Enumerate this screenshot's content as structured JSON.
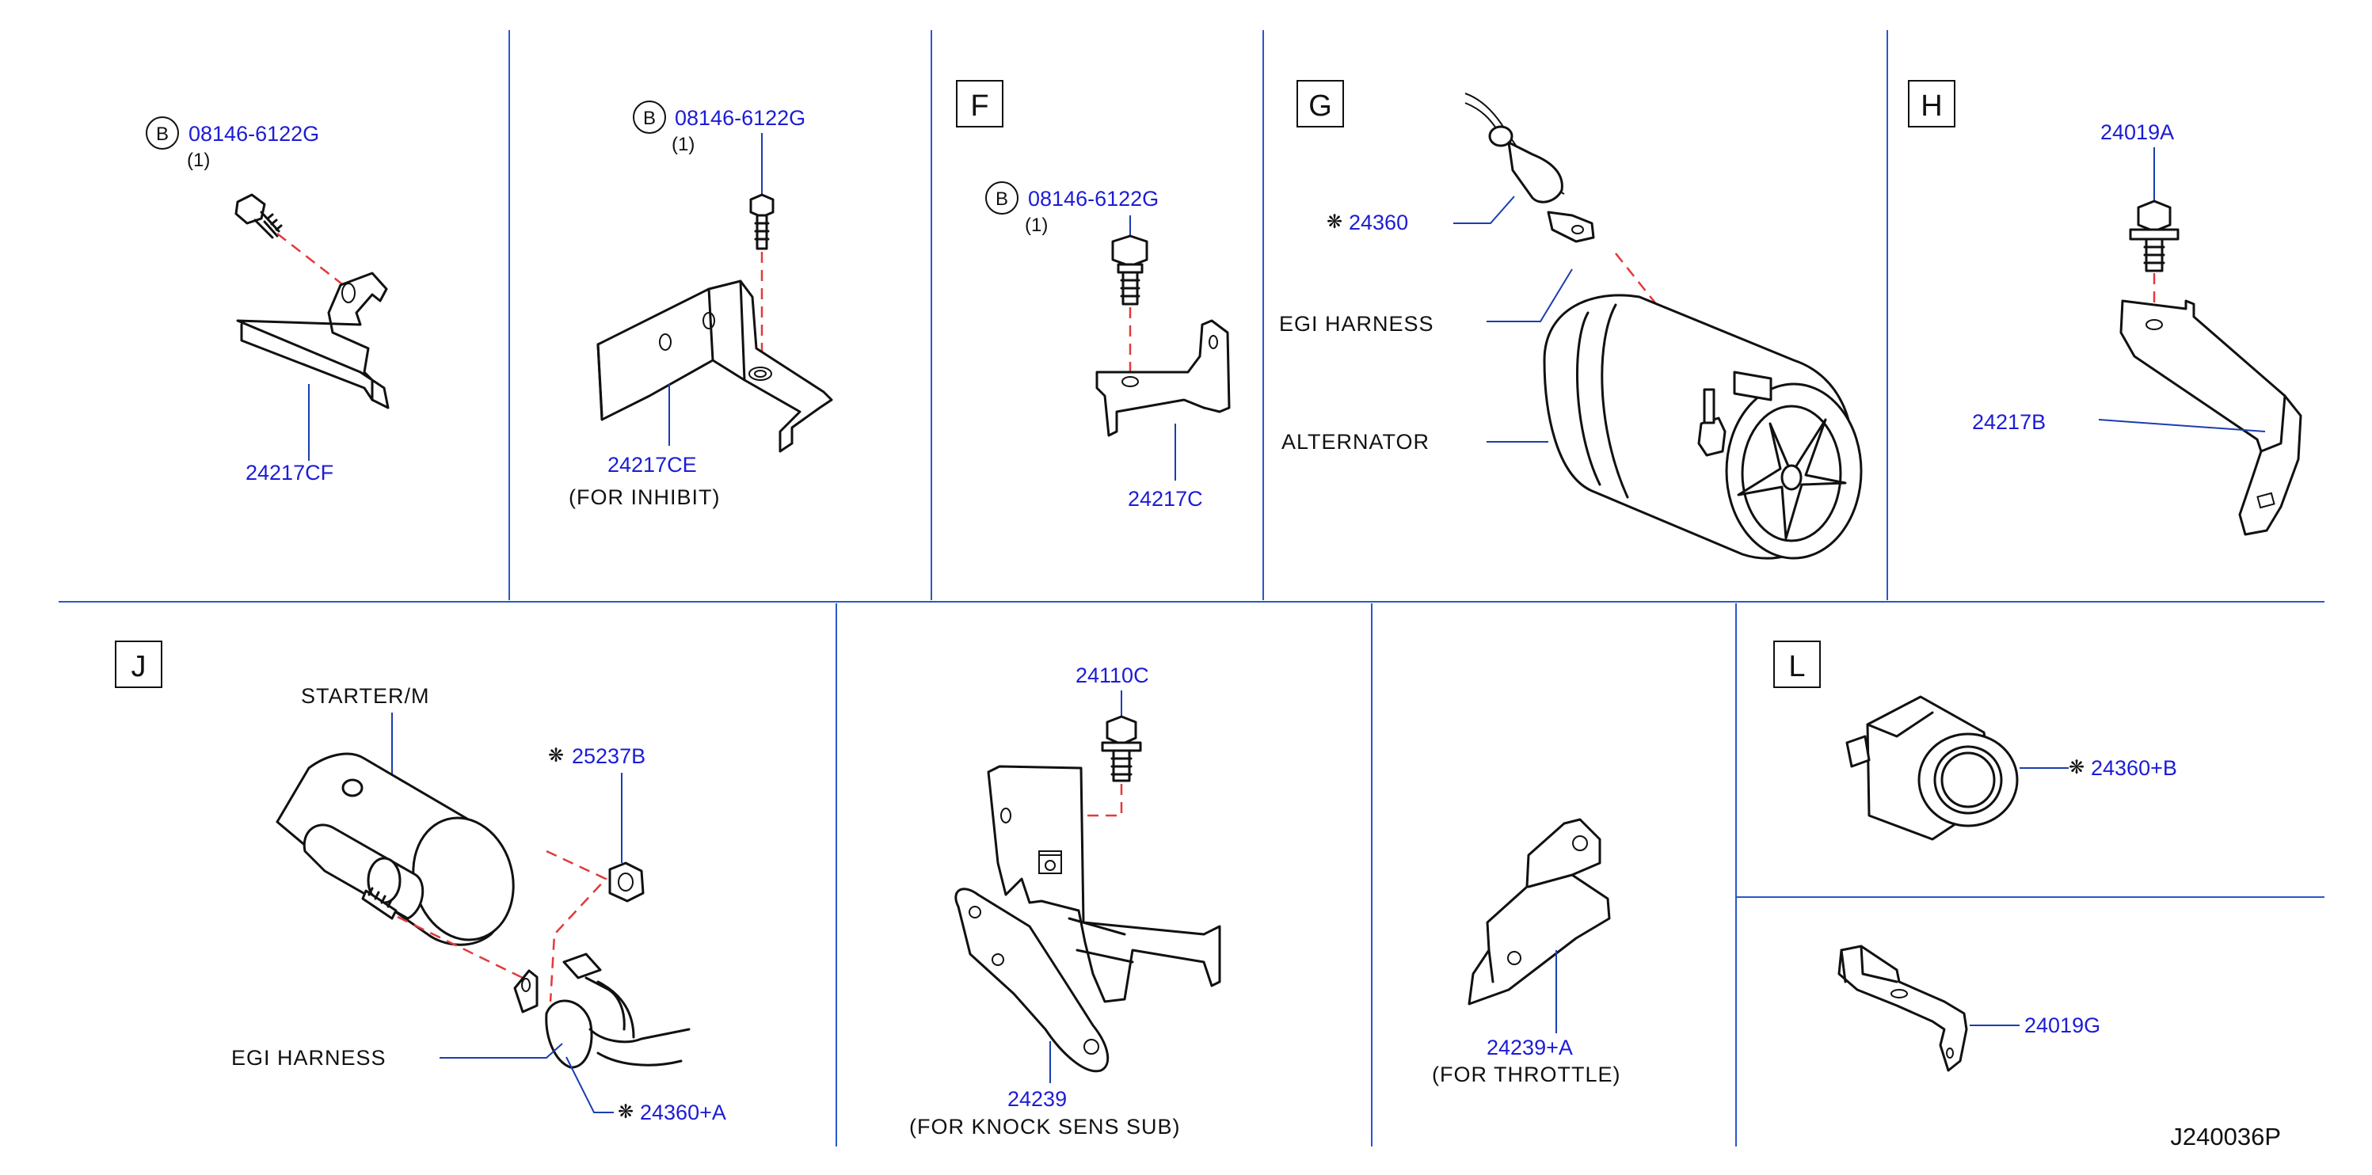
{
  "diagram_id": "J240036P",
  "sections": {
    "box_f": "F",
    "box_g": "G",
    "box_h": "H",
    "box_j": "J",
    "box_l": "L"
  },
  "panel1": {
    "bolt_symbol": "B",
    "bolt_part": "08146-6122G",
    "bolt_qty": "(1)",
    "bracket_part": "24217CF"
  },
  "panel2": {
    "bolt_symbol": "B",
    "bolt_part": "08146-6122G",
    "bolt_qty": "(1)",
    "bracket_part": "24217CE",
    "note": "(FOR   INHIBIT)"
  },
  "panel_f": {
    "bolt_symbol": "B",
    "bolt_part": "08146-6122G",
    "bolt_qty": "(1)",
    "bracket_part": "24217C"
  },
  "panel_g": {
    "star": "❋",
    "terminal_part": "24360",
    "harness_label": "EGI   HARNESS",
    "alternator_label": "ALTERNATOR"
  },
  "panel_h": {
    "bolt_part": "24019A",
    "bracket_part": "24217B"
  },
  "panel_j": {
    "starter_label": "STARTER/M",
    "star": "❋",
    "nut_part": "25237B",
    "harness_label": "EGI   HARNESS",
    "terminal_part": "24360+A"
  },
  "panel_k": {
    "bolt_part": "24110C",
    "bracket_part": "24239",
    "note": "(FOR   KNOCK   SENS   SUB)"
  },
  "panel_t": {
    "bracket_part": "24239+A",
    "note": "(FOR   THROTTLE)"
  },
  "panel_l": {
    "star": "❋",
    "boot_part": "24360+B",
    "clip_part": "24019G"
  },
  "icons": [
    "hex-bolt-icon",
    "bracket-icon",
    "alternator-icon",
    "starter-motor-icon",
    "hex-nut-icon",
    "terminal-boot-icon"
  ]
}
